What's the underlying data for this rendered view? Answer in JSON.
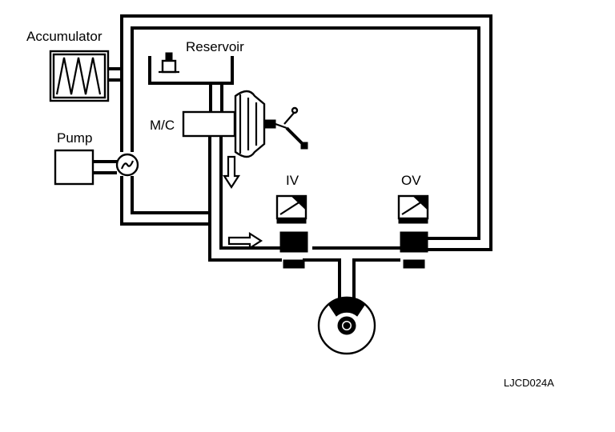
{
  "labels": {
    "accumulator": "Accumulator",
    "reservoir": "Reservoir",
    "master_cylinder": "M/C",
    "pump": "Pump",
    "inlet_valve": "IV",
    "outlet_valve": "OV"
  },
  "figure_code": "LJCD024A"
}
